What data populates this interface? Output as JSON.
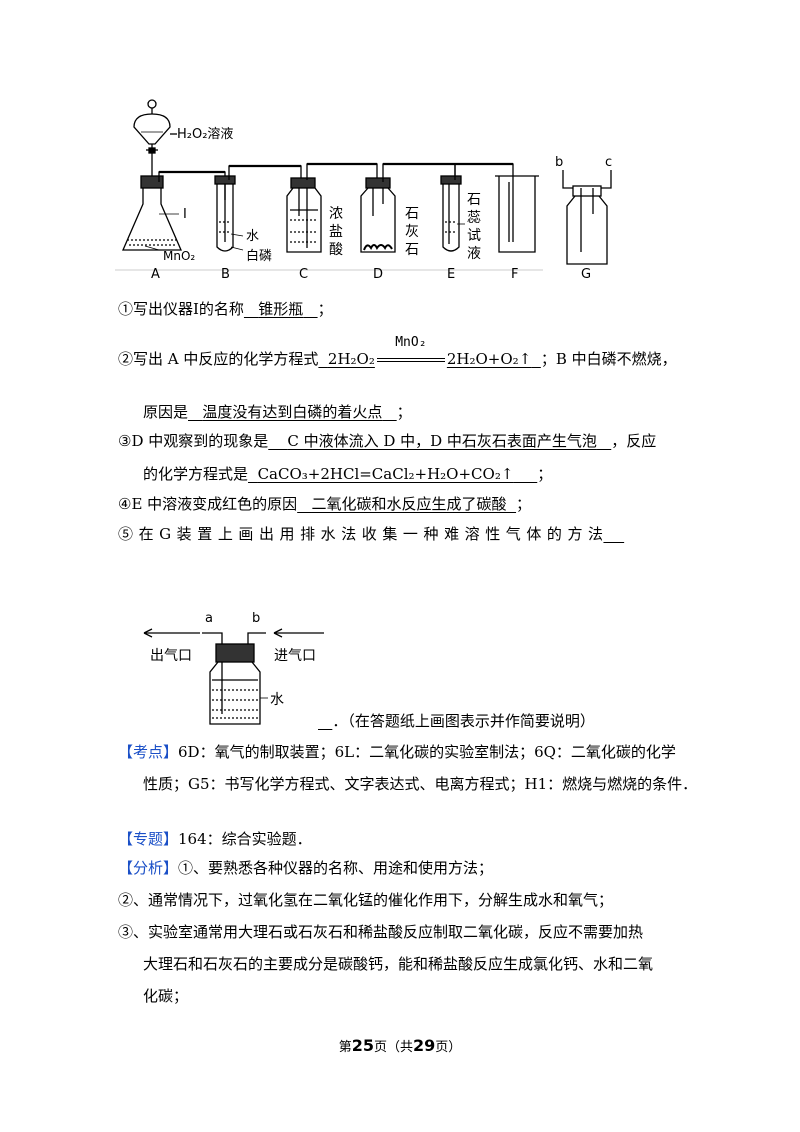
{
  "figure1": {
    "top_label": "H₂O₂溶液",
    "label_I": "I",
    "label_MnO2": "MnO₂",
    "label_water": "水",
    "label_baiLin": "白磷",
    "label_nongyansuan": [
      "浓",
      "盐",
      "酸"
    ],
    "label_shihuishi": [
      "石",
      "灰",
      "石"
    ],
    "label_shiruishiye": [
      "石",
      "蕊",
      "试",
      "液"
    ],
    "label_b": "b",
    "label_c": "c",
    "letters": [
      "A",
      "B",
      "C",
      "D",
      "E",
      "F",
      "G"
    ]
  },
  "q1": {
    "prefix": "①写出仪器Ⅰ的名称",
    "answer": "锥形瓶",
    "suffix": "；"
  },
  "q2": {
    "prefix": "②写出 A 中反应的化学方程式",
    "lhs": "2H₂O₂",
    "catalyst": "MnO₂",
    "rhs": "2H₂O+O₂↑",
    "suffix": "；B 中白磷不燃烧，",
    "reason_prefix": "原因是",
    "reason": "温度没有达到白磷的着火点",
    "reason_suffix": "；"
  },
  "q3": {
    "prefix": "③D 中观察到的现象是",
    "answer": "C 中液体流入 D 中，D 中石灰石表面产生气泡",
    "suffix": "，反应",
    "eq_prefix": "的化学方程式是",
    "equation": "CaCO₃+2HCl=CaCl₂+H₂O+CO₂↑",
    "eq_suffix": "；"
  },
  "q4": {
    "prefix": "④E 中溶液变成红色的原因",
    "answer": "二氧化碳和水反应生成了碳酸",
    "suffix": "；"
  },
  "q5": {
    "text": "⑤ 在 G 装 置 上 画 出 用 排 水 法 收 集 一 种 难 溶 性 气 体 的 方 法",
    "note": "．（在答题纸上画图表示并作简要说明）"
  },
  "figure2": {
    "label_a": "a",
    "label_b": "b",
    "outlet": "出气口",
    "inlet": "进气口",
    "water": "水"
  },
  "kaodian": {
    "tag": "【考点】",
    "line1": "6D：氧气的制取装置；6L：二氧化碳的实验室制法；6Q：二氧化碳的化学",
    "line2": "性质；G5：书写化学方程式、文字表达式、电离方程式；H1：燃烧与燃烧的条件．"
  },
  "zhuanti": {
    "tag": "【专题】",
    "text": "164：综合实验题．"
  },
  "fenxi": {
    "tag": "【分析】",
    "line1": "①、要熟悉各种仪器的名称、用途和使用方法；",
    "line2": "②、通常情况下，过氧化氢在二氧化锰的催化作用下，分解生成水和氧气；",
    "line3": "③、实验室通常用大理石或石灰石和稀盐酸反应制取二氧化碳，反应不需要加热",
    "line4": "大理石和石灰石的主要成分是碳酸钙，能和稀盐酸反应生成氯化钙、水和二氧",
    "line5": "化碳；"
  },
  "footer": {
    "pre": "第",
    "page": "25",
    "mid": "页（共",
    "total": "29",
    "post": "页）"
  }
}
